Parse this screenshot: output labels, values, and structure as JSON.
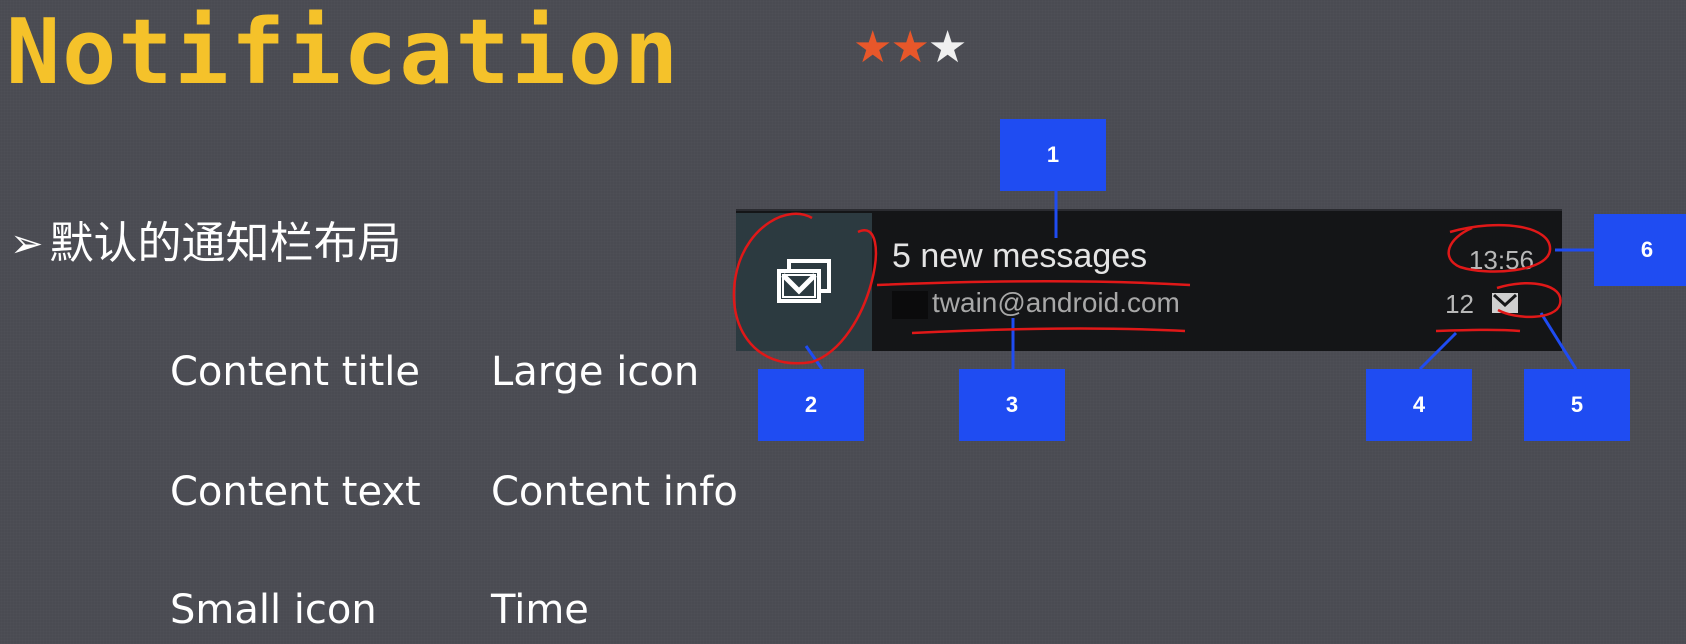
{
  "slide": {
    "title": "Notification",
    "stars": "★★★",
    "heading_arrow": "➢",
    "heading": "默认的通知栏布局",
    "terms": {
      "content_title": "Content title",
      "large_icon": "Large icon",
      "content_text": "Content text",
      "content_info": "Content info",
      "small_icon": "Small icon",
      "time": "Time"
    },
    "rating": 2,
    "colors": {
      "title": "#f5c22a",
      "star_on": "#e8572a",
      "callout": "#1f4cf2",
      "annotation": "#e01818"
    }
  },
  "notification": {
    "title": "5 new messages",
    "text": "twain@android.com",
    "time": "13:56",
    "info": "12",
    "large_icon": "mail-stack-icon",
    "small_icon": "mail-icon"
  },
  "callouts": [
    "1",
    "2",
    "3",
    "4",
    "5",
    "6"
  ]
}
